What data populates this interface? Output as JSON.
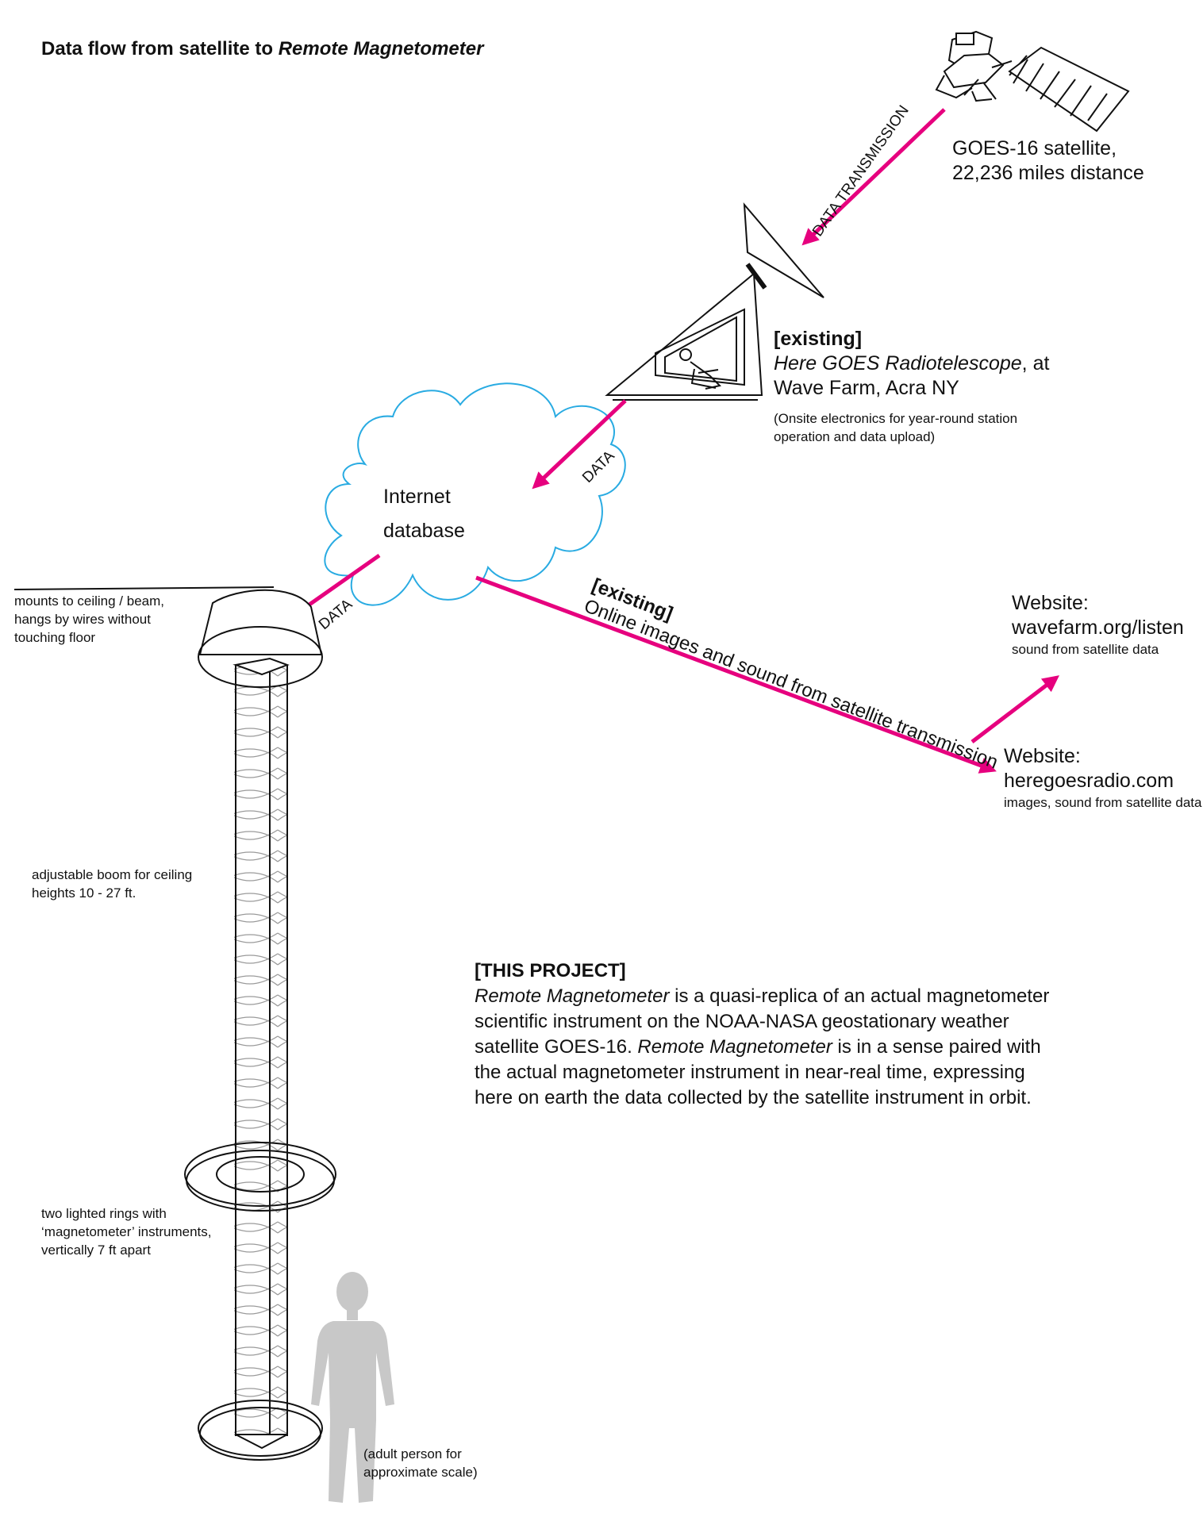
{
  "title": {
    "prefix": "Data flow from satellite to ",
    "emphasis": "Remote Magnetometer"
  },
  "satellite": {
    "line1": "GOES-16 satellite,",
    "line2": "22,236 miles distance"
  },
  "arrows": {
    "data_transmission": "DATA TRANSMISSION",
    "data_1": "DATA",
    "data_2": "DATA"
  },
  "telescope": {
    "tag": "[existing]",
    "name": "Here GOES Radiotelescope",
    "name_suffix": ", at",
    "line2": "Wave Farm, Acra NY",
    "note1": "(Onsite electronics for year-round station",
    "note2": "operation and data upload)"
  },
  "cloud": {
    "line1": "Internet",
    "line2": "database"
  },
  "online": {
    "tag": "[existing]",
    "text": "Online images and sound from satellite transmission"
  },
  "website1": {
    "label": "Website:",
    "url": "wavefarm.org/listen",
    "desc": "sound from satellite data"
  },
  "website2": {
    "label": "Website:",
    "url": "heregoesradio.com",
    "desc": "images, sound from satellite data"
  },
  "mount_note": {
    "line1": "mounts to ceiling / beam,",
    "line2": "hangs by wires without",
    "line3": "touching floor"
  },
  "boom_note": {
    "line1": "adjustable boom for ceiling",
    "line2": "heights 10 - 27 ft."
  },
  "rings_note": {
    "line1": "two lighted rings with",
    "line2": "‘magnetometer’ instruments,",
    "line3": "vertically 7 ft apart"
  },
  "person_note": {
    "line1": "(adult person for",
    "line2": "approximate scale)"
  },
  "project": {
    "heading": "[THIS PROJECT]",
    "l1_em": "Remote Magnetometer",
    "l1_rest": " is a quasi-replica of an actual magnetometer",
    "l2": "scientific instrument on the NOAA-NASA geostationary weather",
    "l3_pre": "satellite GOES-16. ",
    "l3_em": "Remote Magnetometer",
    "l3_rest": " is in a sense paired with",
    "l4": "the actual magnetometer instrument in near-real time, expressing",
    "l5": "here on earth the data collected by the satellite instrument in orbit."
  },
  "colors": {
    "arrow": "#e6007e",
    "cloud": "#29abe2",
    "ink": "#111111",
    "coil": "#9a9a9a",
    "person": "#c8c8c8"
  }
}
